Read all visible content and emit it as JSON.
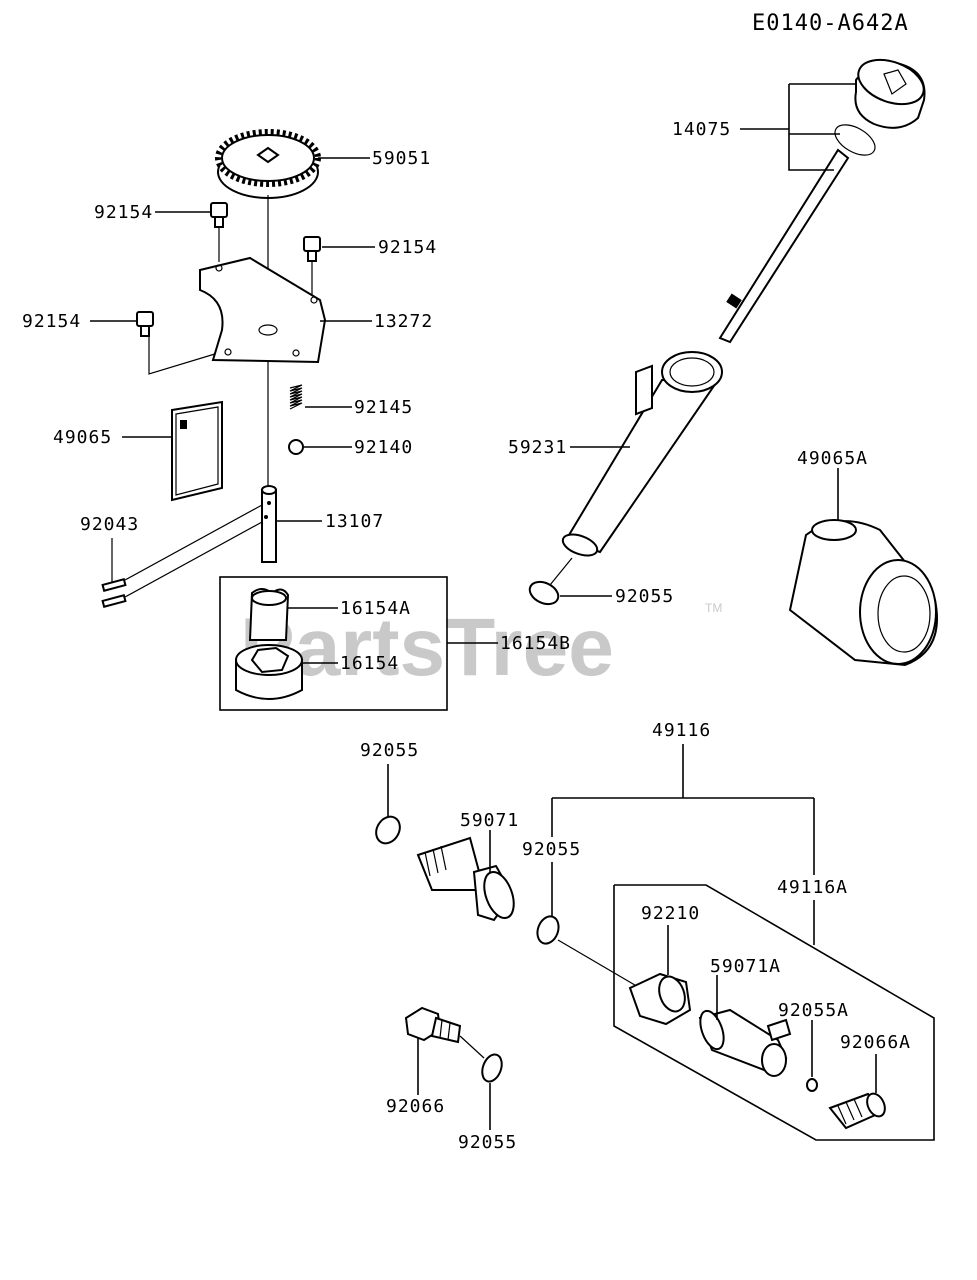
{
  "diagram_code": "E0140-A642A",
  "watermark": {
    "text": "PartsTree",
    "tm": "TM"
  },
  "labels": {
    "p59051": "59051",
    "p92154_a": "92154",
    "p92154_b": "92154",
    "p92154_c": "92154",
    "p13272": "13272",
    "p92145": "92145",
    "p92140": "92140",
    "p49065": "49065",
    "p92043": "92043",
    "p13107": "13107",
    "p16154A": "16154A",
    "p16154B": "16154B",
    "p16154": "16154",
    "p14075": "14075",
    "p59231": "59231",
    "p49065A": "49065A",
    "p92055_top": "92055",
    "p92055_left": "92055",
    "p59071": "59071",
    "p49116": "49116",
    "p92055_mid": "92055",
    "p49116A": "49116A",
    "p92210": "92210",
    "p59071A": "59071A",
    "p92055A": "92055A",
    "p92066A": "92066A",
    "p92066": "92066",
    "p92055_bottom": "92055"
  }
}
